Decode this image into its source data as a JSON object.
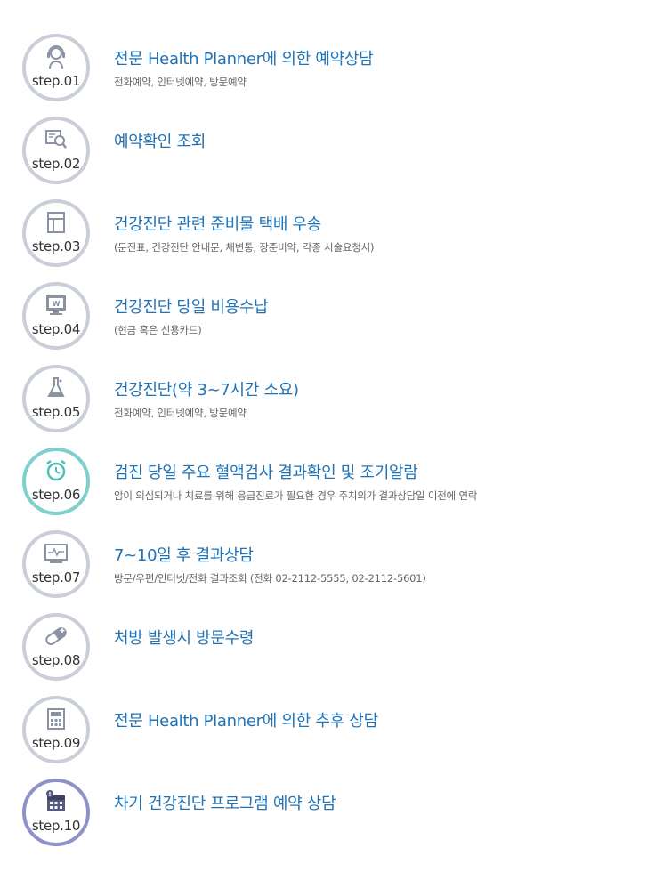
{
  "steps": [
    {
      "num": "step.01",
      "title": "전문 Health Planner에 의한 예약상담",
      "desc": "전화예약, 인터넷예약, 방문예약",
      "icon": "headset-icon"
    },
    {
      "num": "step.02",
      "title": "예약확인 조회",
      "desc": "",
      "icon": "search-document-icon"
    },
    {
      "num": "step.03",
      "title": "건강진단 관련 준비물 택배 우송",
      "desc": "(문진표, 건강진단 안내문, 채변통, 장준비약, 각종 시술요청서)",
      "icon": "package-icon"
    },
    {
      "num": "step.04",
      "title": "건강진단 당일 비용수납",
      "desc": "(현금 혹은 신용카드)",
      "icon": "payment-monitor-icon"
    },
    {
      "num": "step.05",
      "title": "건강진단(약 3~7시간 소요)",
      "desc": "전화예약, 인터넷예약, 방문예약",
      "icon": "flask-icon"
    },
    {
      "num": "step.06",
      "title": "검진 당일 주요 혈액검사 결과확인 및 조기알람",
      "desc": "암이 의심되거나 치료를 위해 응급진료가 필요한 경우 주치의가 결과상담일 이전에 연락",
      "icon": "alarm-clock-icon"
    },
    {
      "num": "step.07",
      "title": "7~10일 후 결과상담",
      "desc": "방문/우편/인터넷/전화 결과조회 (전화 02-2112-5555, 02-2112-5601)",
      "icon": "monitor-chart-icon"
    },
    {
      "num": "step.08",
      "title": "처방 발생시 방문수령",
      "desc": "",
      "icon": "pill-icon"
    },
    {
      "num": "step.09",
      "title": "전문 Health Planner에 의한 추후 상담",
      "desc": "",
      "icon": "calculator-icon"
    },
    {
      "num": "step.10",
      "title": "차기 건강진단 프로그램 예약 상담",
      "desc": "",
      "icon": "calendar-icon"
    }
  ],
  "colors": {
    "title": "#1f73b7",
    "ring": "#c9ced8",
    "ring_active": "#7fd0cc",
    "ring_final": "#8e92c9",
    "icon": "#8a93a3"
  }
}
